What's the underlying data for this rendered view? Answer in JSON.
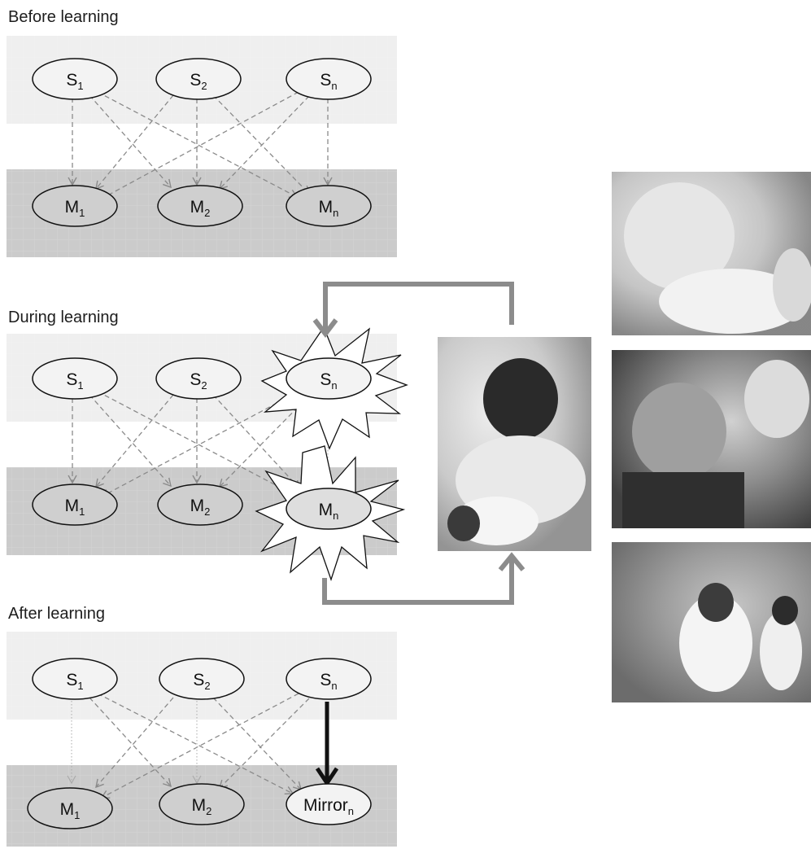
{
  "panels": [
    {
      "title": "Before learning",
      "sensory": [
        {
          "label": "S",
          "sub": "1"
        },
        {
          "label": "S",
          "sub": "2"
        },
        {
          "label": "S",
          "sub": "n"
        }
      ],
      "motor": [
        {
          "label": "M",
          "sub": "1"
        },
        {
          "label": "M",
          "sub": "2"
        },
        {
          "label": "M",
          "sub": "n"
        }
      ]
    },
    {
      "title": "During learning",
      "sensory": [
        {
          "label": "S",
          "sub": "1"
        },
        {
          "label": "S",
          "sub": "2"
        },
        {
          "label": "S",
          "sub": "n"
        }
      ],
      "motor": [
        {
          "label": "M",
          "sub": "1"
        },
        {
          "label": "M",
          "sub": "2"
        },
        {
          "label": "M",
          "sub": "n"
        }
      ]
    },
    {
      "title": "After learning",
      "sensory": [
        {
          "label": "S",
          "sub": "1"
        },
        {
          "label": "S",
          "sub": "2"
        },
        {
          "label": "S",
          "sub": "n"
        }
      ],
      "motor": [
        {
          "label": "M",
          "sub": "1"
        },
        {
          "label": "M",
          "sub": "2"
        },
        {
          "label": "Mirror",
          "sub": "n"
        }
      ]
    }
  ],
  "photos": [
    {
      "name": "photo-caregiver-infant",
      "depicts": "adult leaning over infant"
    },
    {
      "name": "photo-infant-reaching",
      "depicts": "infant reaching"
    },
    {
      "name": "photo-children-facing",
      "depicts": "two children facing each other"
    },
    {
      "name": "photo-children-arms-raised",
      "depicts": "children with arms raised"
    }
  ],
  "colors": {
    "sensory_band": "#efefef",
    "motor_band": "#cbcbcb",
    "node_fill": "#f3f3f3",
    "dashed_arrow": "#8a8a8a",
    "feedback_arrow": "#8c8c8c",
    "mirror_arrow": "#111111"
  }
}
